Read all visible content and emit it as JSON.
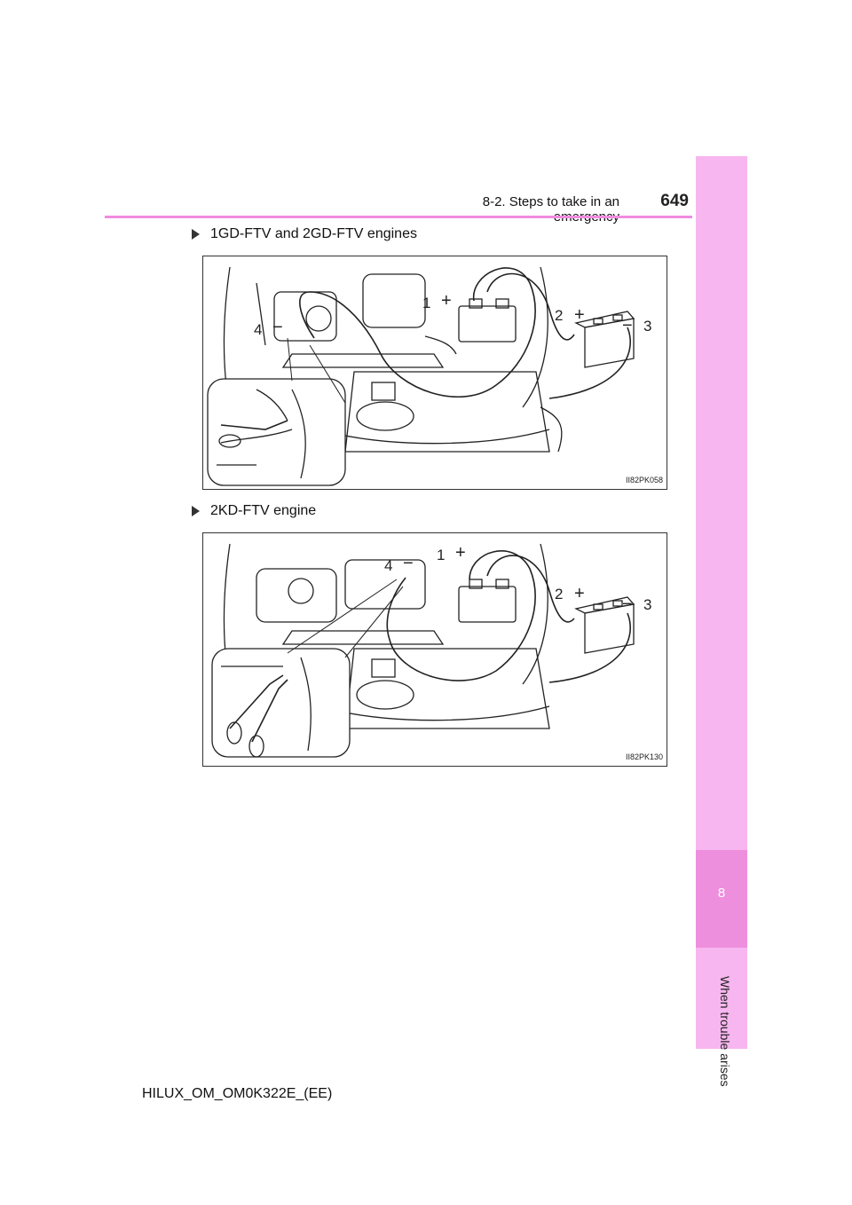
{
  "header": {
    "section": "8-2. Steps to take in an emergency",
    "page_number": "649"
  },
  "side_tab": {
    "chapter_number": "8",
    "chapter_title": "When trouble arises"
  },
  "figures": [
    {
      "heading": "1GD-FTV and 2GD-FTV engines",
      "code": "II82PK058",
      "callouts": [
        "1",
        "2",
        "3",
        "4"
      ]
    },
    {
      "heading": "2KD-FTV engine",
      "code": "II82PK130",
      "callouts": [
        "1",
        "2",
        "3",
        "4"
      ]
    }
  ],
  "footer": {
    "doc_id": "HILUX_OM_OM0K322E_(EE)"
  }
}
